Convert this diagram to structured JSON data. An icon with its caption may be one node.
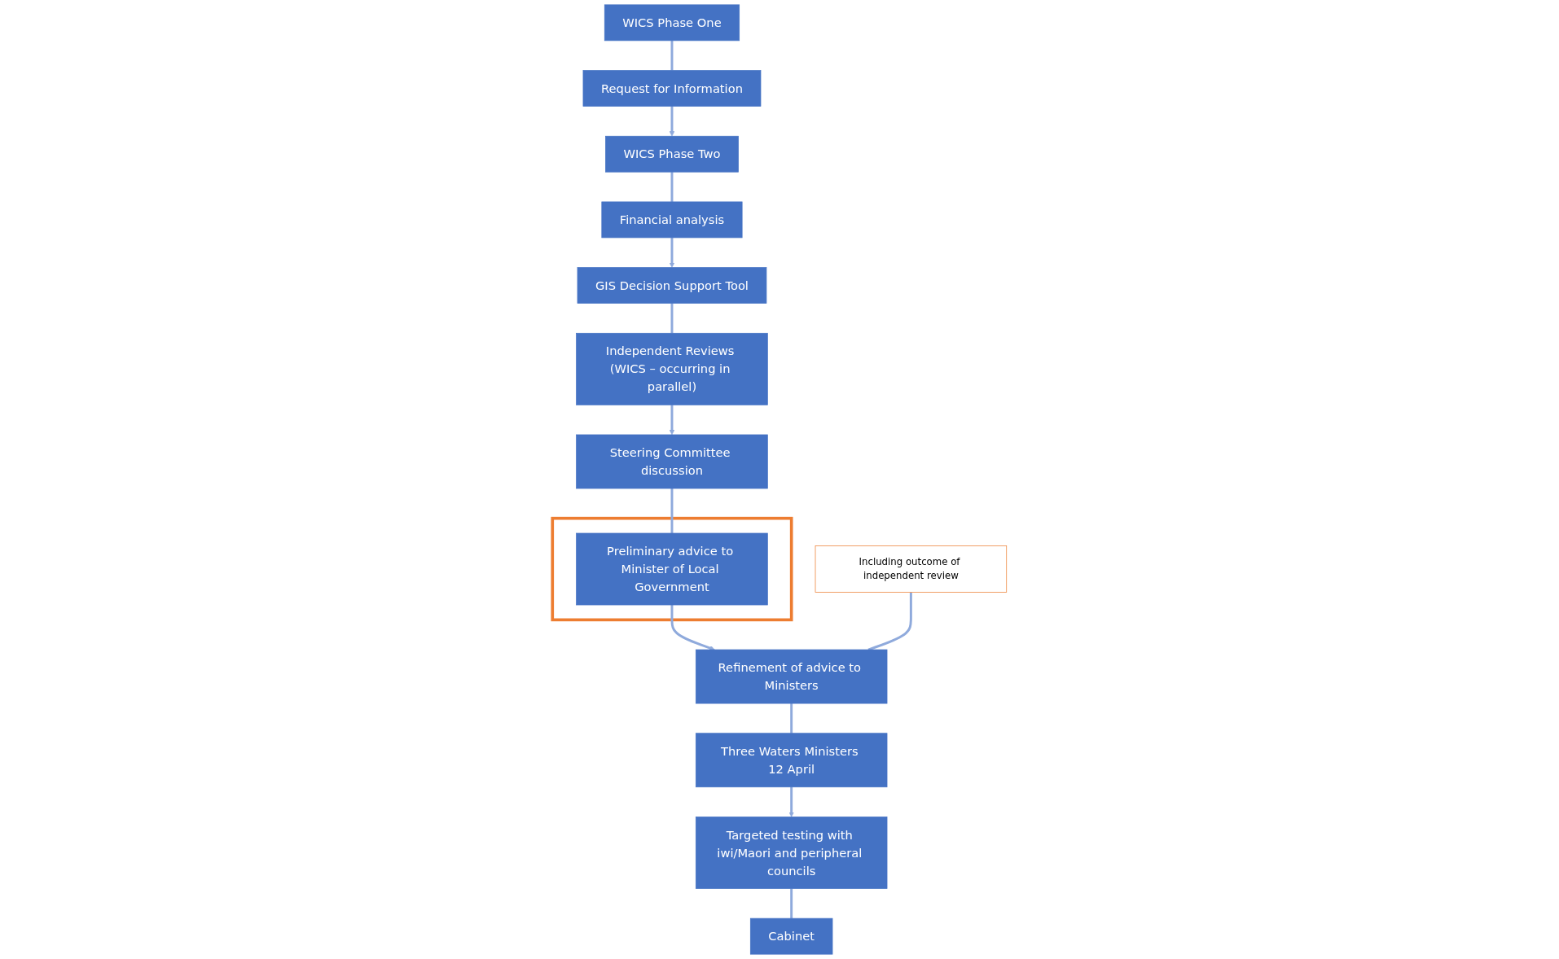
{
  "diagram": {
    "nodes": [
      {
        "text": [
          "WICS Phase One"
        ]
      },
      {
        "text": [],
        "shape": "box"
      },
      {
        "text": [
          "Preliminary advice to Minister of Local Government"
        ],
        "in": 1
      },
      {
        "text": [
          "Refinement of advice to Ministers"
        ]
      },
      {
        "text": [
          "Including outcome of independent review"
        ]
      },
      {
        "text": [
          "Request for Information"
        ]
      },
      {
        "text": [
          "Steering Committee discussion"
        ]
      },
      {
        "text": [
          "Three Waters Ministers 12 April"
        ]
      },
      {
        "text": [
          "WICS Phase Two"
        ]
      },
      {
        "text": [
          "Independent Reviews (WICS – occurring in parallel)"
        ]
      },
      {
        "text": [
          "Targeted testing with iwi/Maori and peripheral councils"
        ]
      },
      {
        "text": [
          "Financial analysis"
        ]
      },
      {
        "text": [
          "GIS Decision Support Tool"
        ]
      },
      {
        "text": [
          "Cabinet"
        ]
      }
    ],
    "edges": [
      {
        "from": 0,
        "to": 5,
        "arrow": "none"
      },
      {
        "from": 5,
        "to": 8,
        "arrow": "to"
      },
      {
        "from": 8,
        "to": 11,
        "arrow": "none"
      },
      {
        "from": 11,
        "to": 12,
        "arrow": "to"
      },
      {
        "from": 12,
        "to": 9,
        "arrow": "none"
      },
      {
        "from": 9,
        "to": 6,
        "arrow": "to"
      },
      {
        "from": 6,
        "to": 2,
        "arrow": "none"
      },
      {
        "from": 2,
        "to": 3,
        "arrow": "to"
      },
      {
        "from": 3,
        "to": 7,
        "arrow": "none"
      },
      {
        "from": 7,
        "to": 10,
        "arrow": "to"
      },
      {
        "from": 10,
        "to": 13,
        "arrow": "none"
      },
      {
        "from": 4,
        "to": 3,
        "arrow": "none"
      }
    ]
  }
}
